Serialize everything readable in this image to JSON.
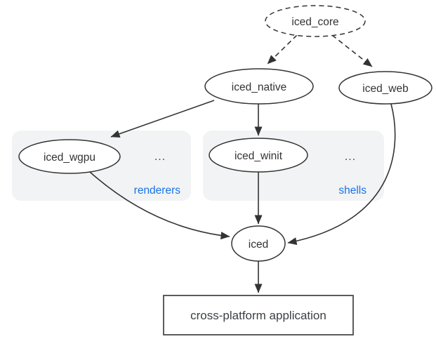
{
  "diagram": {
    "description": "iced crate ecosystem dependency diagram",
    "nodes": {
      "iced_core": {
        "label": "iced_core",
        "shape": "dashed-ellipse"
      },
      "iced_native": {
        "label": "iced_native",
        "shape": "ellipse"
      },
      "iced_web": {
        "label": "iced_web",
        "shape": "ellipse"
      },
      "iced_wgpu": {
        "label": "iced_wgpu",
        "shape": "ellipse"
      },
      "iced_winit": {
        "label": "iced_winit",
        "shape": "ellipse"
      },
      "iced": {
        "label": "iced",
        "shape": "ellipse"
      },
      "app": {
        "label": "cross-platform application",
        "shape": "rectangle"
      }
    },
    "groups": {
      "renderers": {
        "label": "renderers",
        "ellipsis": "..."
      },
      "shells": {
        "label": "shells",
        "ellipsis": "..."
      }
    },
    "edges": [
      {
        "from": "iced_core",
        "to": "iced_native",
        "style": "dashed"
      },
      {
        "from": "iced_core",
        "to": "iced_web",
        "style": "dashed"
      },
      {
        "from": "iced_native",
        "to": "iced_wgpu",
        "style": "solid"
      },
      {
        "from": "iced_native",
        "to": "iced_winit",
        "style": "solid"
      },
      {
        "from": "iced_wgpu",
        "to": "iced",
        "style": "solid"
      },
      {
        "from": "iced_winit",
        "to": "iced",
        "style": "solid"
      },
      {
        "from": "iced_web",
        "to": "iced",
        "style": "solid"
      },
      {
        "from": "iced",
        "to": "app",
        "style": "solid"
      }
    ],
    "colors": {
      "group_label_blue": "#1a73e8",
      "group_fill": "#f1f3f4",
      "stroke": "#333333"
    }
  }
}
